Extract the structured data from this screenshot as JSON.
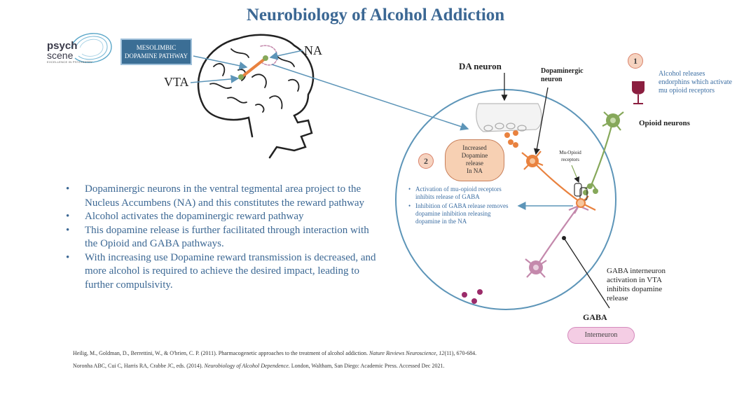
{
  "title": "Neurobiology of Alcohol Addiction",
  "logo": {
    "word1": "psych",
    "word2": "scene",
    "tagline": "EXCELLENCE IN PSYCHIATRY"
  },
  "brain": {
    "pathway_box_line1": "MESOLIMBIC",
    "pathway_box_line2": "DOPAMINE PATHWAY",
    "na_label": "NA",
    "vta_label": "VTA"
  },
  "circle": {
    "da_neuron_label": "DA neuron",
    "dopaminergic_label_line1": "Dopaminergic",
    "dopaminergic_label_line2": "neuron",
    "mu_label_line1": "Mu-Opioid",
    "mu_label_line2": "receptors",
    "release_box": [
      "Increased",
      "Dopamine",
      "release",
      "In NA"
    ],
    "badge2": "2",
    "mechanism": [
      "Activation of mu-opioid receptors inhibits release of GABA",
      "Inhibition of GABA release removes dopamine inhibition releasing dopamine in the NA"
    ]
  },
  "right": {
    "badge1": "1",
    "alcohol_text": "Alcohol releases endorphins which activate mu opioid receptors",
    "opioid_label": "Opioid neurons",
    "gaba_interneuron_text": "GABA interneuron activation in VTA inhibits dopamine release",
    "gaba_label": "GABA",
    "interneuron_pill": "Interneuron"
  },
  "bullets": [
    "Dopaminergic neurons in the ventral tegmental area project to the Nucleus Accumbens (NA) and this constitutes the reward pathway",
    "Alcohol activates the dopaminergic reward pathway",
    "This dopamine release is further facilitated through interaction with the Opioid and GABA pathways.",
    "With increasing use Dopamine reward transmission is decreased, and more alcohol is required to achieve the desired impact, leading to further compulsivity."
  ],
  "references": {
    "ref1_pre": "Heilig, M., Goldman, D., Berrettini, W., & O'brien, C. P. (2011). Pharmacogenetic approaches to the treatment of alcohol addiction. ",
    "ref1_journal": "Nature Reviews Neuroscience, 12",
    "ref1_post": "(11), 670-684.",
    "ref2_pre": "Noronha ABC, Cui C, Harris RA, Crabbe JC, eds. (2014). ",
    "ref2_book": "Neurobiology of Alcohol Dependence",
    "ref2_post": ". London, Waltham, San Diego: Academic Press. Accessed Dec 2021."
  },
  "colors": {
    "title": "#3c6894",
    "dopamine_orange": "#e9823f",
    "opioid_green": "#86a85a",
    "gaba_pink": "#c489ac",
    "wine": "#8b1e3f",
    "circle_outline": "#5d95b8"
  }
}
